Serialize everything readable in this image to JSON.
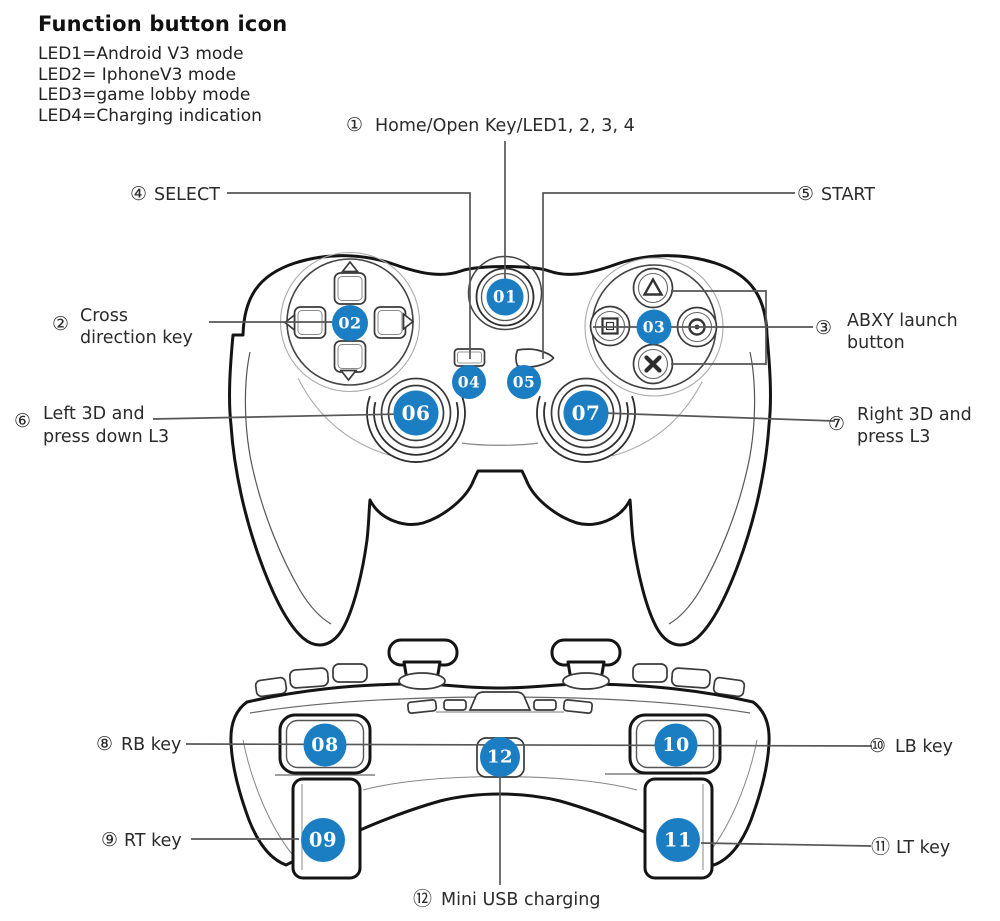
{
  "page": {
    "title": "Function button icon",
    "led_legend": [
      "LED1=Android V3 mode",
      "LED2= IphoneV3 mode",
      "LED3=game lobby mode",
      "LED4=Charging indication"
    ]
  },
  "colors": {
    "badge_blue": "#1b7ec2",
    "badge_text": "#ffffff",
    "outline_black": "#141414",
    "leader_gray": "#565656",
    "label_text": "#2b2b2b"
  },
  "callouts": {
    "home": {
      "index": "①",
      "badge": "01",
      "text": "Home/Open Key/LED1, 2, 3, 4"
    },
    "cross": {
      "index": "②",
      "badge": "02",
      "line1": "Cross",
      "line2": "direction key"
    },
    "abxy": {
      "index": "③",
      "badge": "03",
      "line1": "ABXY launch",
      "line2": "button"
    },
    "select": {
      "index": "④",
      "badge": "04",
      "text": "SELECT"
    },
    "start": {
      "index": "⑤",
      "badge": "05",
      "text": "START"
    },
    "left_stick": {
      "index": "⑥",
      "badge": "06",
      "line1": "Left 3D and",
      "line2": "press down L3"
    },
    "right_stick": {
      "index": "⑦",
      "badge": "07",
      "line1": "Right 3D and",
      "line2": "press L3"
    },
    "rb": {
      "index": "⑧",
      "badge": "08",
      "text": "RB key"
    },
    "rt": {
      "index": "⑨",
      "badge": "09",
      "text": "RT key"
    },
    "lb": {
      "index": "⑩",
      "badge": "10",
      "text": "LB key"
    },
    "lt": {
      "index": "⑪",
      "badge": "11",
      "text": "LT key"
    },
    "usb": {
      "index": "⑫",
      "badge": "12",
      "text": "Mini USB charging"
    }
  }
}
